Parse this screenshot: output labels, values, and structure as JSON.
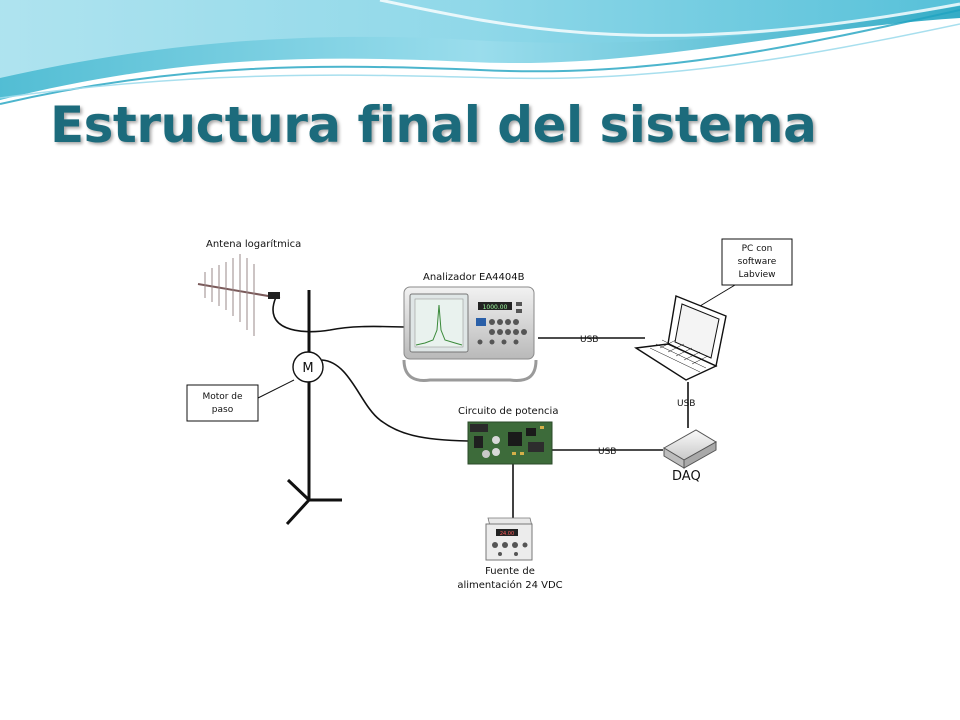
{
  "slide": {
    "title": "Estructura final del sistema"
  },
  "diagram": {
    "antenna_label": "Antena logarítmica",
    "analyzer_label": "Analizador EA4404B",
    "pc_label_lines": [
      "PC con",
      "software",
      "Labview"
    ],
    "motor_symbol": "M",
    "motor_box_lines": [
      "Motor de",
      "paso"
    ],
    "power_circuit_label": "Circuito de potencia",
    "daq_label": "DAQ",
    "usb_analyzer_pc": "USB",
    "usb_pc_daq": "USB",
    "usb_circuit_daq": "USB",
    "power_supply_lines": [
      "Fuente de",
      "alimentación 24 VDC"
    ],
    "analyzer_display": "1000.00",
    "supply_display": "24.00"
  },
  "colors": {
    "title": "#1c6b7c",
    "wave_dark": "#1fa3c0",
    "wave_light": "#7fd3e6",
    "pcb_green": "#3d6b3a",
    "wire": "#111111"
  }
}
